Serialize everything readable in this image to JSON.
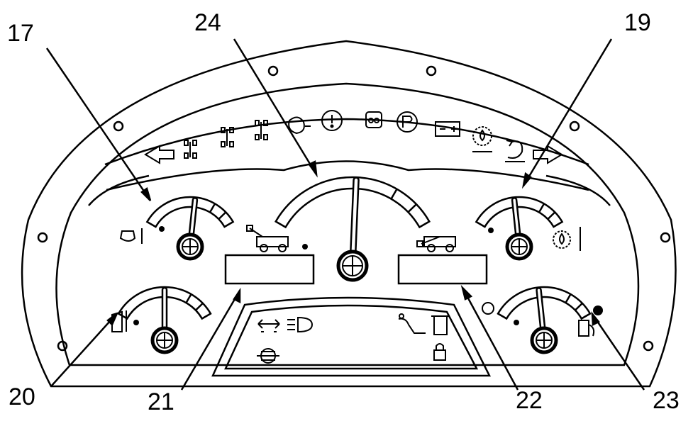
{
  "callouts": {
    "c17": "17",
    "c24": "24",
    "c19": "19",
    "c20": "20",
    "c21": "21",
    "c22": "22",
    "c23": "23"
  },
  "gauges": {
    "top_left": {
      "needle_level": 0.55
    },
    "center": {
      "needle_level": 0.52
    },
    "top_right": {
      "needle_level": 0.45
    },
    "bottom_left": {
      "needle_level": 0.5
    },
    "bottom_right": {
      "needle_level": 0.45
    }
  },
  "icons": {
    "warning_strip": [
      "left-turn-arrow-icon",
      "four-wheel-steer-icon",
      "two-wheel-steer-icon",
      "crab-steer-icon",
      "engine-preheat-icon",
      "general-warning-icon",
      "glow-plug-icon",
      "parking-brake-icon",
      "battery-icon",
      "transmission-oil-pressure-icon",
      "hydraulic-filter-icon",
      "right-turn-arrow-icon"
    ],
    "lower_panel": [
      "boom-float-icon",
      "headlight-icon",
      "axle-lock-icon",
      "seat-belt-icon",
      "gear-indicator-icon",
      "padlock-icon"
    ]
  },
  "colors": {
    "ink": "#000000",
    "paper": "#ffffff",
    "display_fill": "#ffffff"
  }
}
